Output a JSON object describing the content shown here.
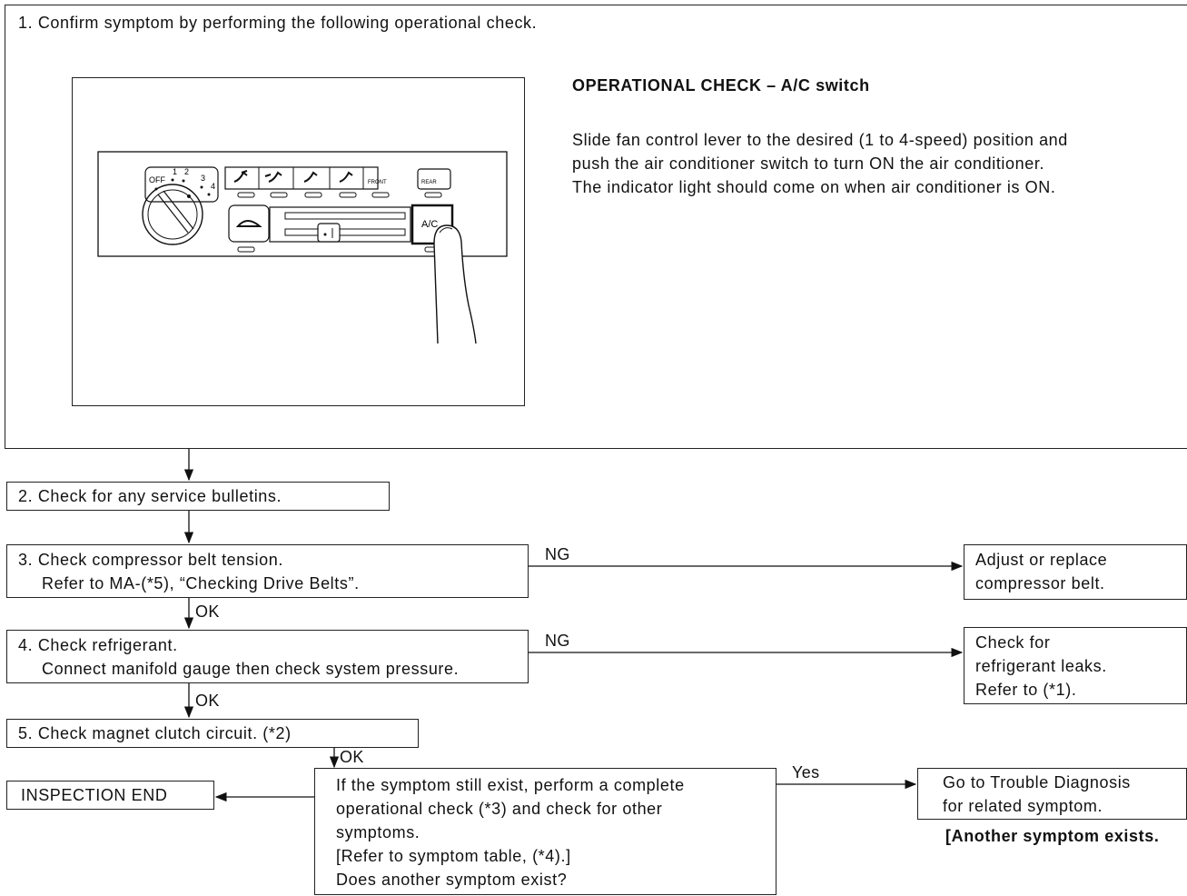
{
  "step1": {
    "text": "1. Confirm symptom by performing the following operational check.",
    "check_title": "OPERATIONAL CHECK – A/C switch",
    "check_lines": [
      "Slide fan control lever to the desired (1 to 4-speed) position and",
      "push the air conditioner switch to turn ON the air conditioner.",
      "The indicator light should come on when air conditioner is ON."
    ],
    "panel": {
      "fan_labels": [
        "OFF",
        "1",
        "2",
        "3",
        "4"
      ],
      "ac_label": "A/C",
      "front_label": "FRONT",
      "rear_label": "REAR"
    }
  },
  "step2": {
    "text": "2. Check for any service bulletins."
  },
  "step3": {
    "line1": "3. Check compressor belt tension.",
    "line2": "Refer to MA-(*5), “Checking Drive Belts”."
  },
  "step3_ng": {
    "line1": "Adjust or replace",
    "line2": "compressor belt."
  },
  "step4": {
    "line1": "4. Check refrigerant.",
    "line2": "Connect manifold gauge then check system pressure."
  },
  "step4_ng": {
    "line1": "Check for",
    "line2": "refrigerant leaks.",
    "line3": "Refer to (*1)."
  },
  "step5": {
    "text": "5. Check magnet clutch circuit. (*2)"
  },
  "question": {
    "lines": [
      "If the symptom still exist, perform a complete",
      "operational check (*3) and check for other",
      "symptoms.",
      "[Refer to symptom table, (*4).]",
      "Does another symptom exist?"
    ]
  },
  "end": {
    "text": "INSPECTION END"
  },
  "yes_target": {
    "line1": "Go to Trouble Diagnosis",
    "line2": "for related symptom."
  },
  "another": {
    "text": "[Another symptom exists."
  },
  "labels": {
    "ng": "NG",
    "ok": "OK",
    "yes": "Yes"
  }
}
